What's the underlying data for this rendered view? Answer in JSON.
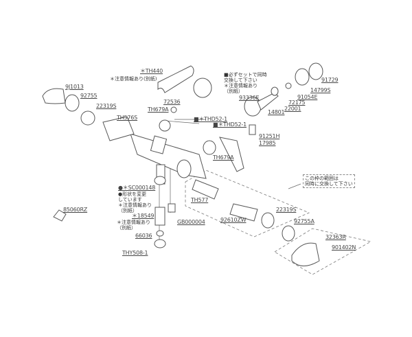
{
  "parts": {
    "th440": "＊TH440",
    "th440_note": "＊注意情報あり(別紙)",
    "p9j1013": "9J1013",
    "p92755": "92755",
    "p22319s_a": "22319S",
    "th576s": "TH576S",
    "p72536": "72536",
    "th679a_a": "TH679A",
    "thd52_a": "■＊THD52-1",
    "thd52_b": "■＊THD52-1",
    "p93336e": "93336E",
    "p91729": "91729",
    "p14799s": "14799S",
    "p91054e": "91054E",
    "p72175": "72175",
    "p22001": "22001",
    "p14801": "14801",
    "p91251h": "91251H",
    "p17985": "17985",
    "th679a_b": "TH679A",
    "sc000148": "●＊SC000148",
    "th577": "TH577",
    "p22319s_b": "22319S",
    "p92610zw": "92610ZW",
    "p92755a": "92755A",
    "p85060rz": "85060RZ",
    "p18549": "＊18549",
    "gb000004": "GB000004",
    "p66036": "66036",
    "p32363r": "32363R",
    "p901402n": "901402N",
    "thy508": "THY508-1"
  },
  "notes": {
    "set_note": [
      "■必ずセットで同時",
      "交換して下さい",
      "＊注意情報あり",
      "（別紙）"
    ],
    "sc_note": [
      "●形状を変更",
      "しています",
      "＊注意情報あり",
      "（別紙）"
    ],
    "p18549_note": [
      "＊注意情報あり",
      "（別紙）"
    ],
    "frame_note": [
      "この枠の範囲は",
      "同時に交換して下さい"
    ]
  }
}
